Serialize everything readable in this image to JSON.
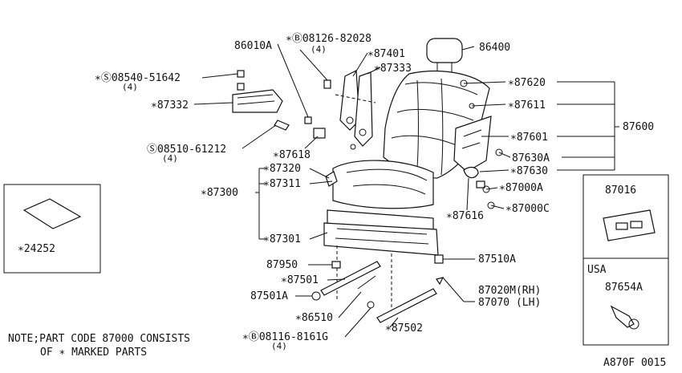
{
  "labels": {
    "p86010A": "86010A",
    "p08126": "∗Ⓑ08126-82028",
    "p08126q": "(4)",
    "p87401": "∗87401",
    "p87333": "∗87333",
    "p86400": "86400",
    "p08540": "∗Ⓢ08540-51642",
    "p08540q": "(4)",
    "p87332": "∗87332",
    "p87620": "∗87620",
    "p87611": "∗87611",
    "p87600": "87600",
    "p87601": "∗87601",
    "p87630A": "87630A",
    "p87630": "∗87630",
    "p08510": "Ⓢ08510-61212",
    "p08510q": "(4)",
    "p87618": "∗87618",
    "p87320": "∗87320",
    "p87311": "∗87311",
    "p87300": "∗87300",
    "p87000A": "∗87000A",
    "p87000C": "∗87000C",
    "p87616": "∗87616",
    "p87301": "∗87301",
    "p24252": "∗24252",
    "p87016": "87016",
    "p87950": "87950",
    "p87510A": "87510A",
    "p87501": "∗87501",
    "p87501A": "87501A",
    "p87020M": "87020M(RH)",
    "p87070": "87070 (LH)",
    "p86510": "∗86510",
    "p87502": "∗87502",
    "p08116": "∗Ⓑ08116-8161G",
    "p08116q": "(4)",
    "usa": "USA",
    "p87654A": "87654A",
    "note1": "NOTE;PART CODE 87000 CONSISTS",
    "note2": "OF ∗ MARKED PARTS",
    "code": "A870F 0015"
  }
}
